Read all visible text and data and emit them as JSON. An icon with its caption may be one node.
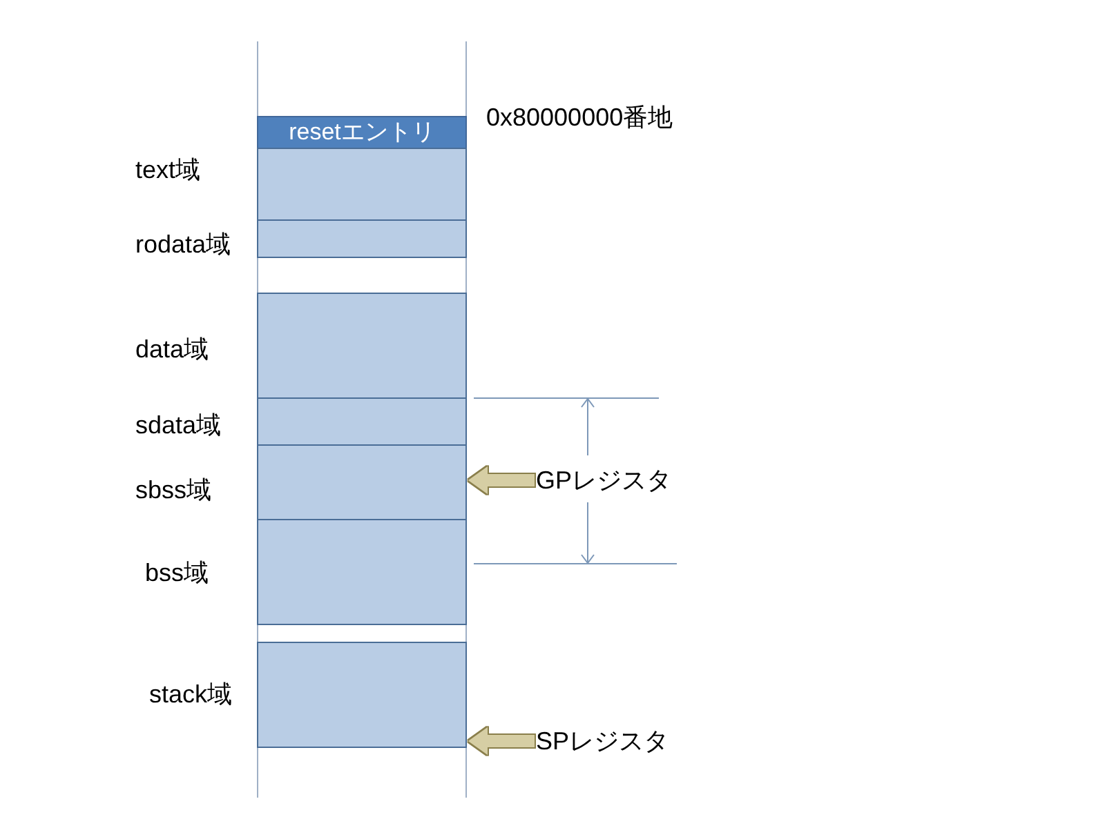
{
  "diagram": {
    "nodes": [
      {
        "text": [
          "resetエントリ"
        ]
      },
      {
        "text": [
          "text域"
        ]
      },
      {
        "text": [
          "rodata域"
        ]
      },
      {
        "text": [
          "data域"
        ]
      },
      {
        "text": [
          "sdata域"
        ]
      },
      {
        "text": [
          "sbss域"
        ]
      },
      {
        "text": [
          "GPレジスタ"
        ]
      },
      {
        "text": [
          "bss域"
        ]
      },
      {
        "text": [
          "stack域"
        ]
      },
      {
        "text": [
          "SPレジスタ"
        ]
      }
    ],
    "edges": [
      {
        "from": 6,
        "to": 5,
        "arrow": "to"
      },
      {
        "from": 9,
        "to": 8,
        "arrow": "to"
      }
    ],
    "labels": [
      "0x80000000番地"
    ]
  }
}
